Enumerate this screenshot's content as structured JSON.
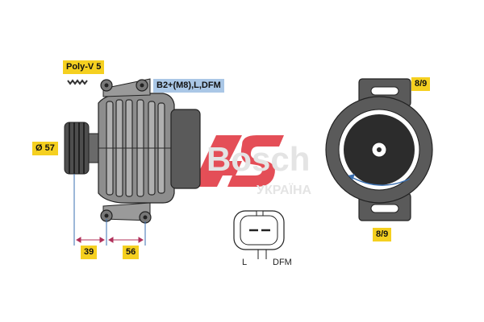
{
  "labels": {
    "pulley": "Poly-V 5",
    "diameter": "Ø 57",
    "terminals": "B2+(M8),L,DFM",
    "clock_top": "8/9",
    "clock_bottom": "8/9",
    "dim_left": "39",
    "dim_right": "56",
    "connector_l": "L",
    "connector_dfm": "DFM"
  },
  "watermark": {
    "brand": "Bosch",
    "region": "УКРАЇНА"
  },
  "colors": {
    "label_yellow": "#f5d020",
    "label_blue": "#aac7e6",
    "body_gray": "#8d8d8d",
    "dark_gray": "#5a5a5a",
    "dimension_blue": "#3a6fb0",
    "dimension_arrow": "#b0305a",
    "watermark_red": "#e0303a"
  }
}
